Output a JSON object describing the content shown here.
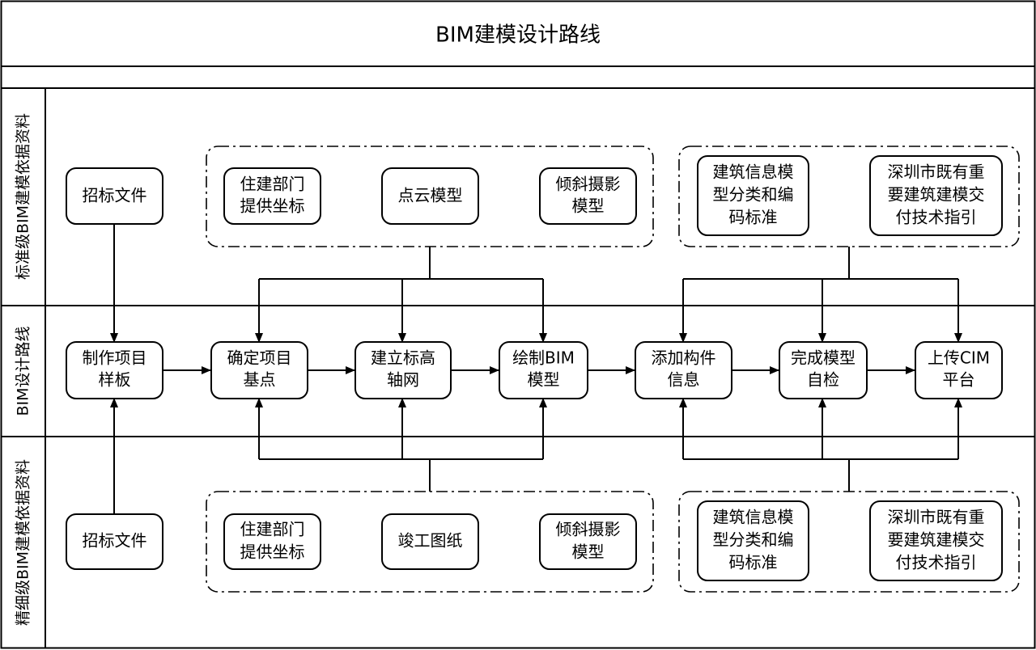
{
  "title": "BIM建模设计路线",
  "lanes": {
    "top": "标准级BIM建模依据资料",
    "middle": "BIM设计路线",
    "bottom": "精细级BIM建模依据资料"
  },
  "top_boxes": {
    "bid_doc": [
      "招标文件"
    ],
    "coord": [
      "住建部门",
      "提供坐标"
    ],
    "point_cloud": [
      "点云模型"
    ],
    "oblique": [
      "倾斜摄影",
      "模型"
    ],
    "standard": [
      "建筑信息模",
      "型分类和编",
      "码标准"
    ],
    "guide": [
      "深圳市既有重",
      "要建筑建模交",
      "付技术指引"
    ]
  },
  "process": [
    [
      "制作项目",
      "样板"
    ],
    [
      "确定项目",
      "基点"
    ],
    [
      "建立标高",
      "轴网"
    ],
    [
      "绘制BIM",
      "模型"
    ],
    [
      "添加构件",
      "信息"
    ],
    [
      "完成模型",
      "自检"
    ],
    [
      "上传CIM",
      "平台"
    ]
  ],
  "bottom_boxes": {
    "bid_doc": [
      "招标文件"
    ],
    "coord": [
      "住建部门",
      "提供坐标"
    ],
    "drawings": [
      "竣工图纸"
    ],
    "oblique": [
      "倾斜摄影",
      "模型"
    ],
    "standard": [
      "建筑信息模",
      "型分类和编",
      "码标准"
    ],
    "guide": [
      "深圳市既有重",
      "要建筑建模交",
      "付技术指引"
    ]
  },
  "colors": {
    "line": "#000000",
    "background": "#ffffff"
  }
}
